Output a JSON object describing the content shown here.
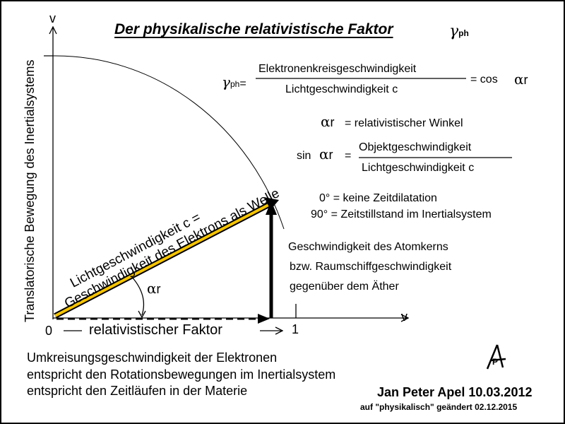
{
  "title": "Der physikalische relativistische Faktor",
  "symbols": {
    "gamma": "γ",
    "gamma_sub": "ph",
    "alpha": "α",
    "alpha_sub": "r"
  },
  "formula_gamma": {
    "lhs_suffix": "=",
    "numerator": "Elektronenkreisgeschwindigkeit",
    "denominator": "Lichtgeschwindigkeit c",
    "rhs": "= cos"
  },
  "alpha_definition": "= relativistischer Winkel",
  "formula_sin": {
    "prefix": "sin",
    "eq": "=",
    "numerator": "Objektgeschwindigkeit",
    "denominator": "Lichtgeschwindigkeit c"
  },
  "angle_notes": {
    "zero": "0° = keine Zeitdilatation",
    "ninety": "90° = Zeitstillstand im Inertialsystem"
  },
  "vertical_vector_label": [
    "Geschwindigkeit des Atomkerns",
    "bzw. Raumschiffgeschwindigkeit",
    "gegenüber dem Äther"
  ],
  "diagonal_label": [
    "Lichtgeschwindigkeit c =",
    "Geschwindigkeit des Elektrons als Welle"
  ],
  "y_axis_label": "Translatorische Bewegung des Inertialsystems",
  "axis_v_top": "v",
  "axis_v_right": "v",
  "x_origin": "0",
  "x_one": "1",
  "x_axis_caption": "relativistischer Faktor",
  "bottom_text": [
    "Umkreisungsgeschwindigkeit der Elektronen",
    "entspricht den Rotationsbewegungen im Inertialsystem",
    "entspricht den Zeitläufen in der Materie"
  ],
  "author": "Jan Peter Apel 10.03.2012",
  "changed": "auf \"physikalisch\" geändert 02.12.2015",
  "logo_letters": {
    "a": "A",
    "p": "P"
  },
  "colors": {
    "light_vector": "#f5c400",
    "ink": "#000000"
  }
}
